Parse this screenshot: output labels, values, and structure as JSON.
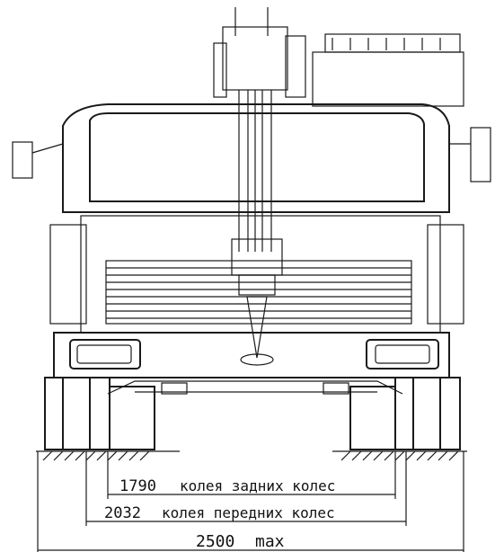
{
  "drawing": {
    "dimensions": [
      {
        "value": "1790",
        "label": "колея задних колес"
      },
      {
        "value": "2032",
        "label": "колея передних колес"
      },
      {
        "value": "2500",
        "label": "max"
      }
    ]
  }
}
